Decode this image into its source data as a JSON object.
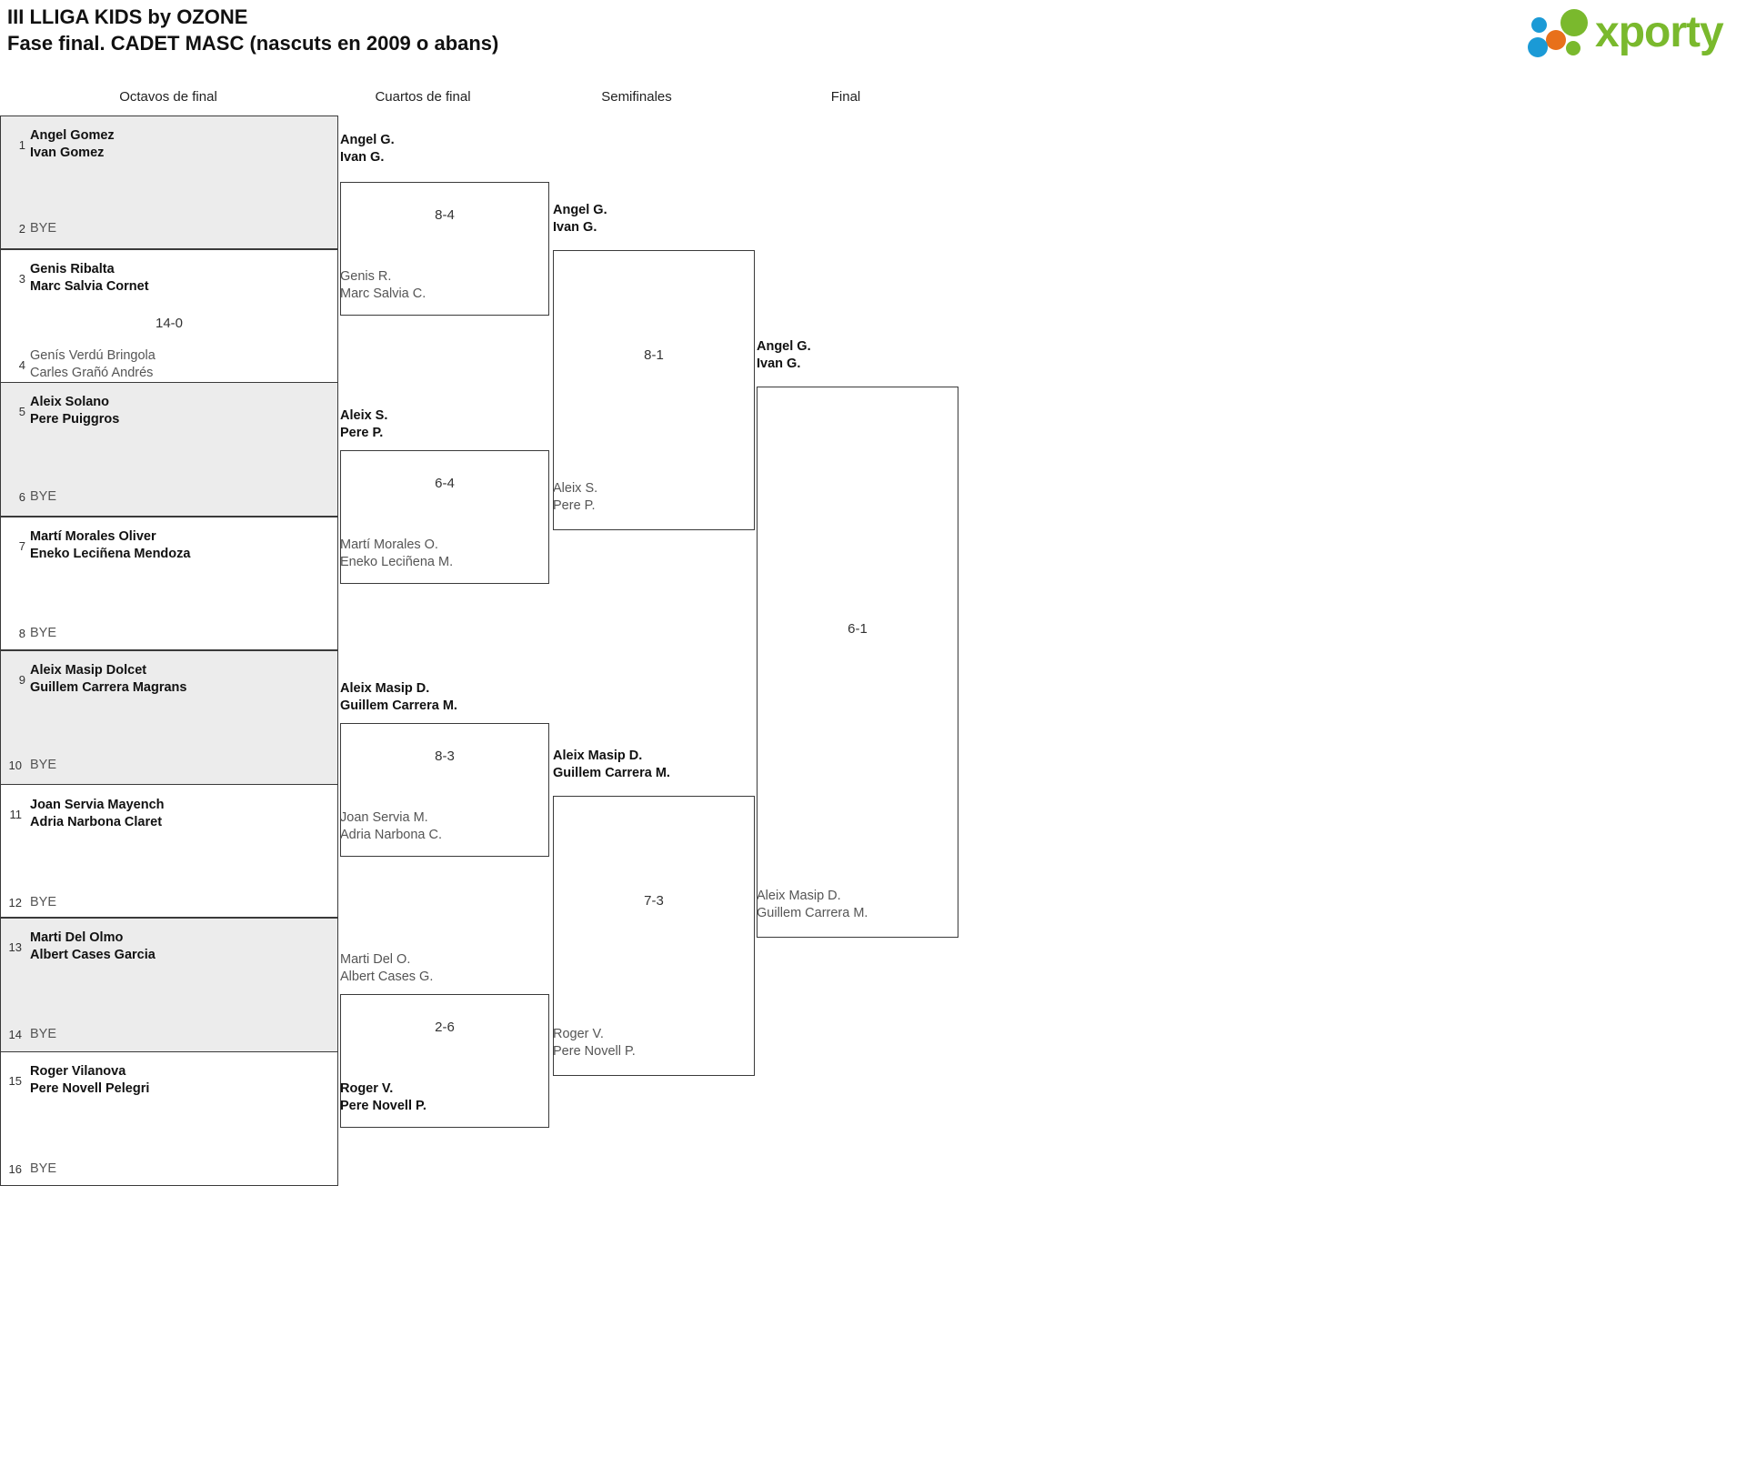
{
  "header": {
    "title_line1": "III LLIGA KIDS by OZONE",
    "title_line2": "Fase final. CADET MASC (nascuts en 2009 o abans)",
    "logo_word": "xporty",
    "logo_colors": {
      "blue": "#1b9ad6",
      "orange": "#e8701a",
      "green": "#7ab92d"
    }
  },
  "rounds": [
    {
      "label": "Octavos de final"
    },
    {
      "label": "Cuartos de final"
    },
    {
      "label": "Semifinales"
    },
    {
      "label": "Final"
    }
  ],
  "bye_label": "BYE",
  "round1": {
    "slots": [
      {
        "seed": "1",
        "p1": "Angel Gomez",
        "p2": "Ivan Gomez",
        "state": "win"
      },
      {
        "seed": "2",
        "bye": true
      },
      {
        "seed": "3",
        "p1": "Genis Ribalta",
        "p2": "Marc Salvia Cornet",
        "state": "win"
      },
      {
        "seed": "4",
        "p1": "Genís Verdú Bringola",
        "p2": "Carles Grañó Andrés",
        "state": "lose"
      },
      {
        "seed": "5",
        "p1": "Aleix Solano",
        "p2": "Pere Puiggros",
        "state": "win"
      },
      {
        "seed": "6",
        "bye": true
      },
      {
        "seed": "7",
        "p1": "Martí Morales Oliver",
        "p2": "Eneko Leciñena Mendoza",
        "state": "win"
      },
      {
        "seed": "8",
        "bye": true
      },
      {
        "seed": "9",
        "p1": "Aleix Masip Dolcet",
        "p2": "Guillem Carrera Magrans",
        "state": "win"
      },
      {
        "seed": "10",
        "bye": true
      },
      {
        "seed": "11",
        "p1": "Joan Servia Mayench",
        "p2": "Adria Narbona Claret",
        "state": "win"
      },
      {
        "seed": "12",
        "bye": true
      },
      {
        "seed": "13",
        "p1": "Marti Del Olmo",
        "p2": "Albert Cases Garcia",
        "state": "win"
      },
      {
        "seed": "14",
        "bye": true
      },
      {
        "seed": "15",
        "p1": "Roger Vilanova",
        "p2": "Pere Novell Pelegri",
        "state": "win"
      },
      {
        "seed": "16",
        "bye": true
      }
    ],
    "scores": [
      "",
      "14-0",
      "",
      "",
      "",
      "",
      "",
      ""
    ]
  },
  "round2": {
    "matches": [
      {
        "top": {
          "p1": "Angel G.",
          "p2": "Ivan G.",
          "state": "win"
        },
        "bottom": {
          "p1": "Genis R.",
          "p2": "Marc Salvia C.",
          "state": "lose"
        },
        "score": "8-4"
      },
      {
        "top": {
          "p1": "Aleix S.",
          "p2": "Pere P.",
          "state": "win"
        },
        "bottom": {
          "p1": "Martí Morales O.",
          "p2": "Eneko Leciñena M.",
          "state": "lose"
        },
        "score": "6-4"
      },
      {
        "top": {
          "p1": "Aleix Masip D.",
          "p2": "Guillem Carrera M.",
          "state": "win"
        },
        "bottom": {
          "p1": "Joan Servia M.",
          "p2": "Adria Narbona C.",
          "state": "lose"
        },
        "score": "8-3"
      },
      {
        "top": {
          "p1": "Marti Del O.",
          "p2": "Albert Cases G.",
          "state": "lose"
        },
        "bottom": {
          "p1": "Roger V.",
          "p2": "Pere Novell P.",
          "state": "win"
        },
        "score": "2-6"
      }
    ]
  },
  "round3": {
    "matches": [
      {
        "top": {
          "p1": "Angel G.",
          "p2": "Ivan G.",
          "state": "win"
        },
        "bottom": {
          "p1": "Aleix S.",
          "p2": "Pere P.",
          "state": "lose"
        },
        "score": "8-1"
      },
      {
        "top": {
          "p1": "Aleix Masip D.",
          "p2": "Guillem Carrera M.",
          "state": "win"
        },
        "bottom": {
          "p1": "Roger V.",
          "p2": "Pere Novell P.",
          "state": "lose"
        },
        "score": "7-3"
      }
    ]
  },
  "round4": {
    "matches": [
      {
        "top": {
          "p1": "Angel G.",
          "p2": "Ivan G.",
          "state": "win"
        },
        "bottom": {
          "p1": "Aleix Masip D.",
          "p2": "Guillem Carrera M.",
          "state": "lose"
        },
        "score": "6-1"
      }
    ]
  }
}
